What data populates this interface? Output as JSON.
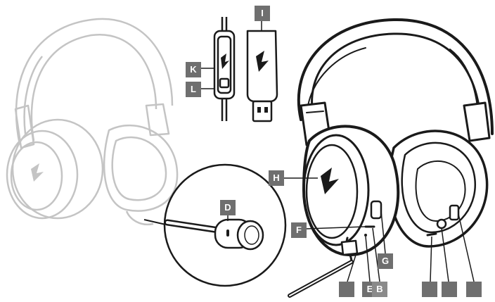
{
  "colors": {
    "ink": "#1a1a1a",
    "faded": "#c8c8c8",
    "tag_bg": "#6f6f6f",
    "tag_text": "#ffffff",
    "background": "#ffffff"
  },
  "callouts": {
    "i": "I",
    "k": "K",
    "l": "L",
    "d": "D",
    "h": "H",
    "f": "F",
    "g": "G",
    "e": "E",
    "b": "B",
    "blank1": "",
    "blank2": "",
    "blank3": "",
    "blank4": ""
  }
}
